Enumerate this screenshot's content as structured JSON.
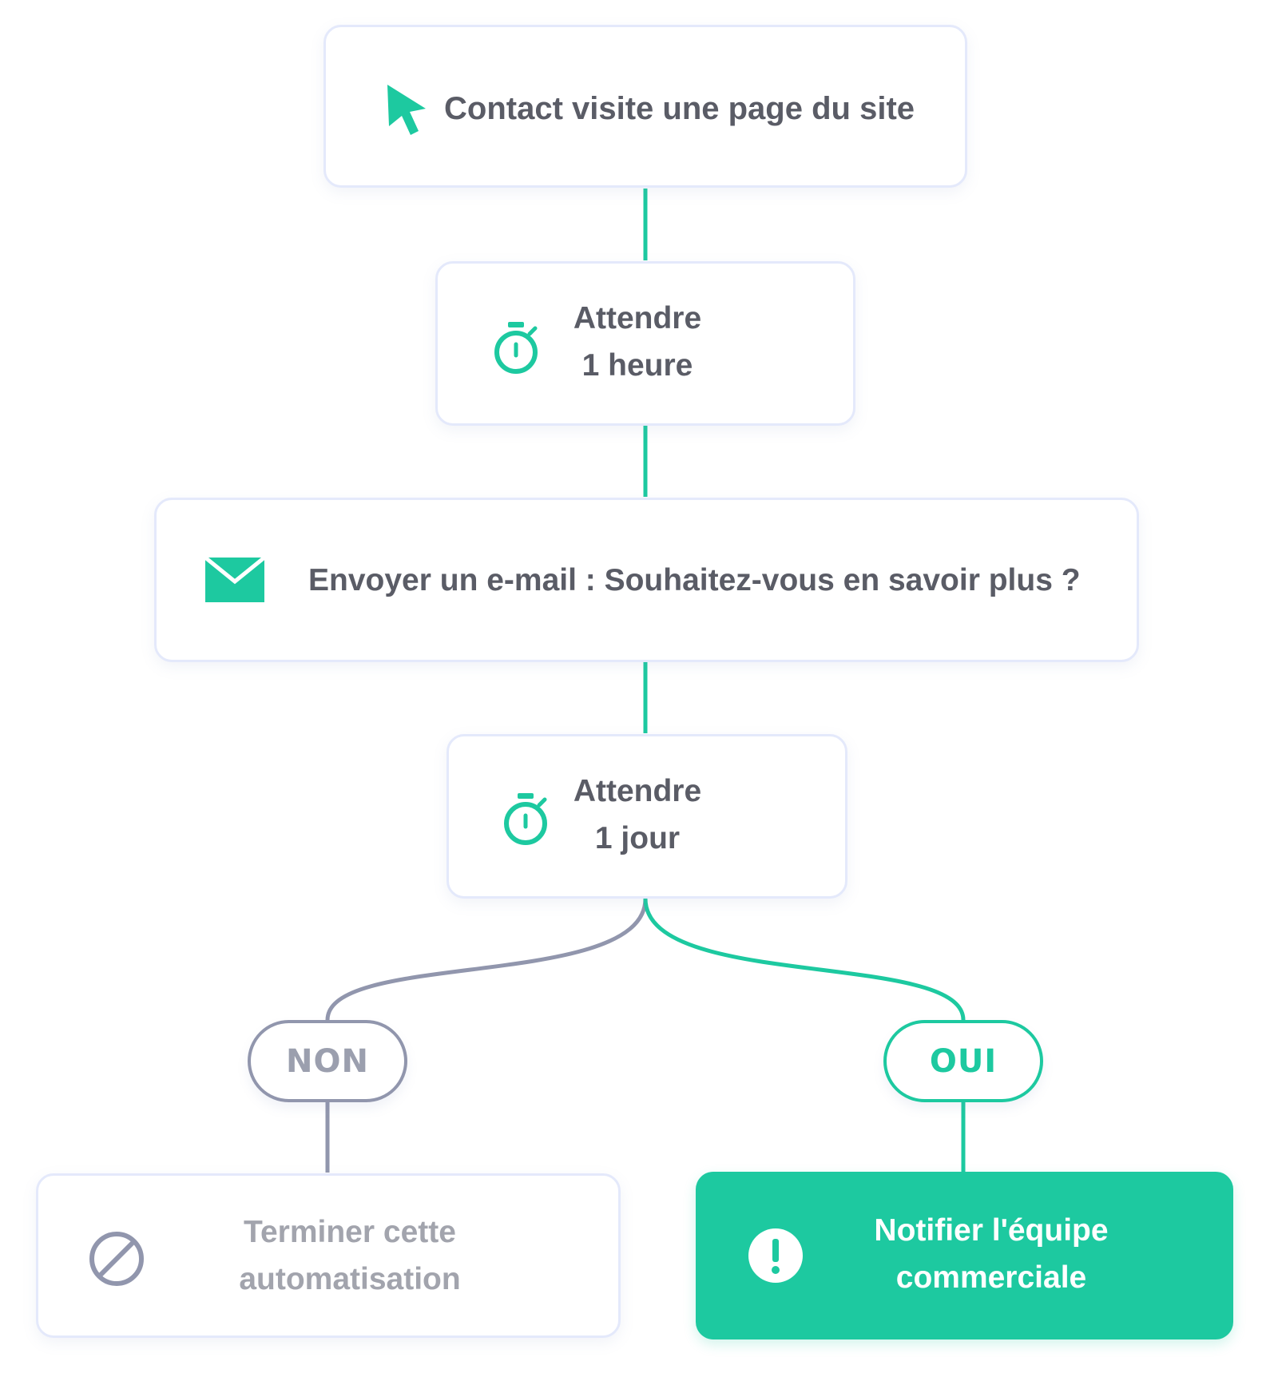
{
  "accent_color": "#1dc9a0",
  "muted_color": "#9196ad",
  "flow": {
    "trigger": {
      "icon": "cursor-icon",
      "label": "Contact visite une page du site"
    },
    "wait_1": {
      "icon": "stopwatch-icon",
      "line1": "Attendre",
      "line2": "1 heure"
    },
    "send_email": {
      "icon": "envelope-icon",
      "label": "Envoyer un e-mail : Souhaitez-vous en savoir plus ?"
    },
    "wait_2": {
      "icon": "stopwatch-icon",
      "line1": "Attendre",
      "line2": "1 jour"
    },
    "branch_no": {
      "label": "NON",
      "action": {
        "icon": "prohibited-icon",
        "line1": "Terminer cette",
        "line2": "automatisation"
      }
    },
    "branch_yes": {
      "label": "OUI",
      "action": {
        "icon": "alert-icon",
        "line1": "Notifier l'équipe",
        "line2": "commerciale"
      }
    }
  }
}
